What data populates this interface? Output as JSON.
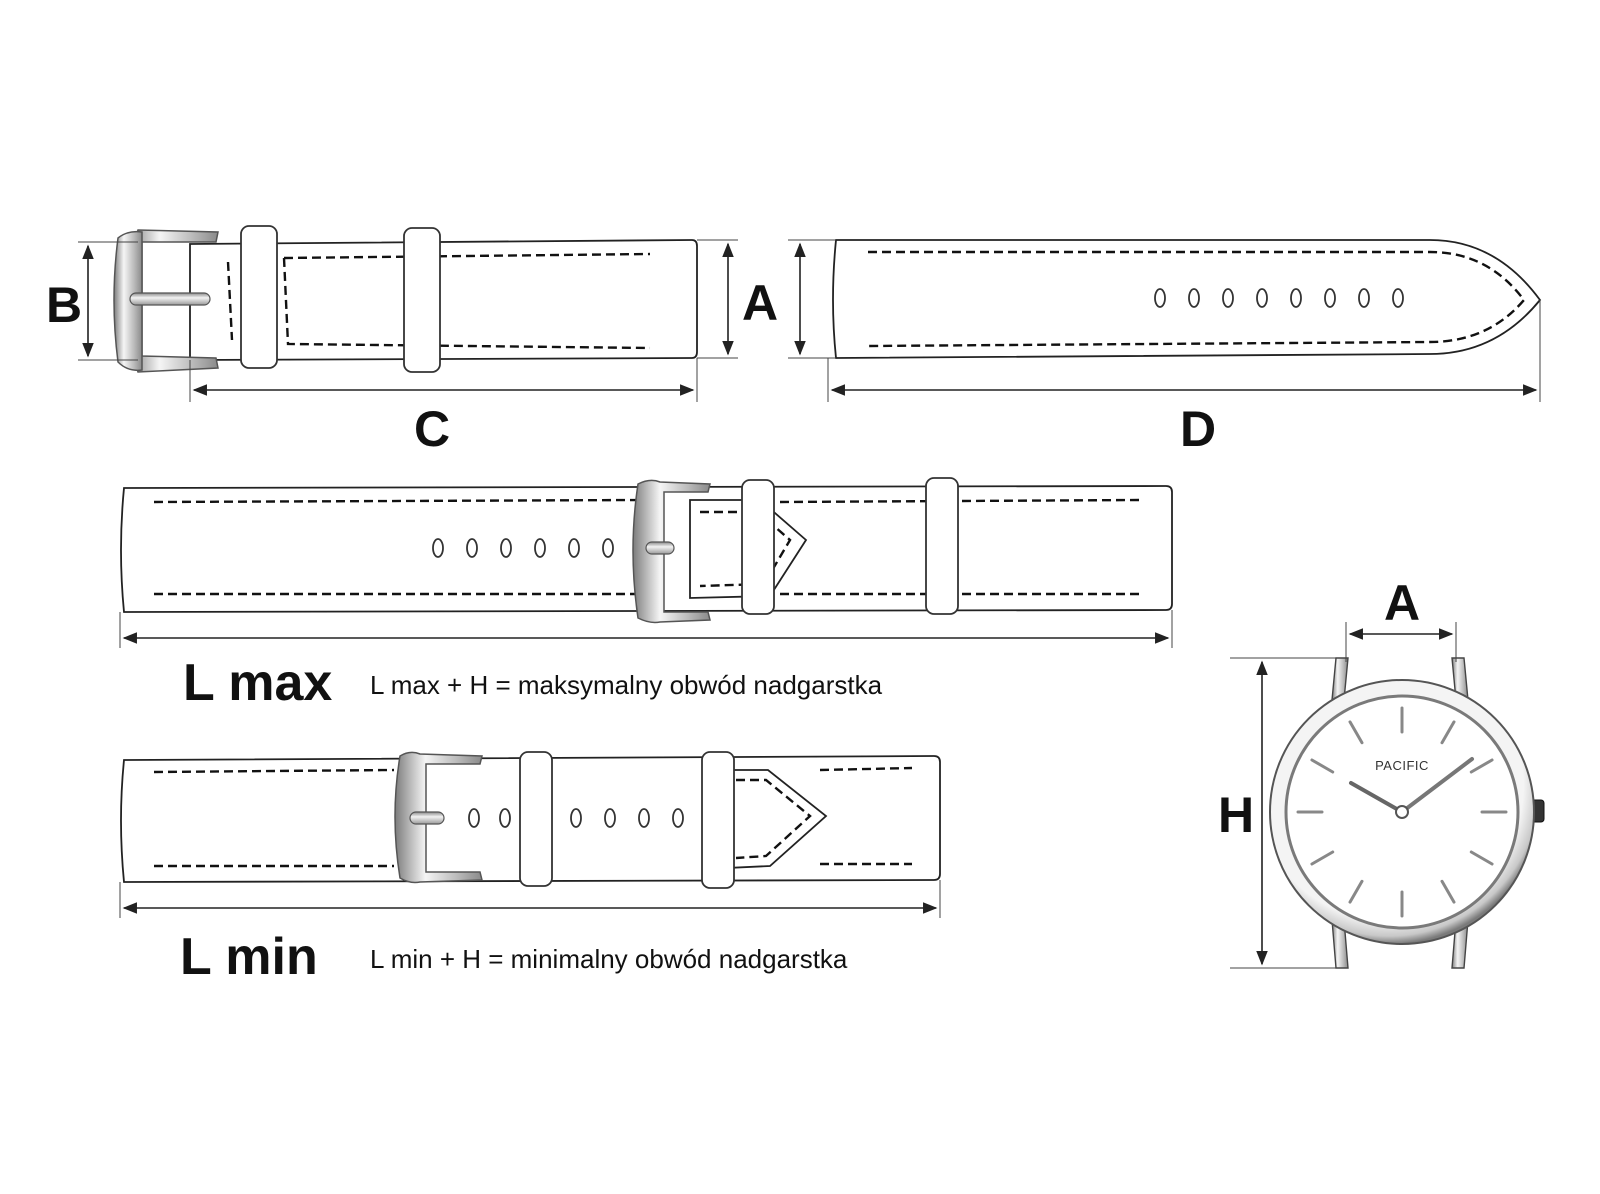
{
  "dimension_labels": {
    "a_strap": "A",
    "b": "B",
    "c": "C",
    "d": "D",
    "a_watch": "A",
    "h": "H"
  },
  "lmax": {
    "label": "L max",
    "formula": "L max + H  = maksymalny obwód nadgarstka"
  },
  "lmin": {
    "label": "L min",
    "formula": "L min + H  = minimalny obwód nadgarstka"
  },
  "watch": {
    "brand": "PACIFIC"
  },
  "holes": {
    "tail_count": 8,
    "lmax_count": 6,
    "lmin_left_count": 2,
    "lmin_right_count": 4
  },
  "colors": {
    "line": "#222222",
    "metal_light": "#f2f2f2",
    "metal_dark": "#8a8a8a",
    "background": "#ffffff"
  }
}
